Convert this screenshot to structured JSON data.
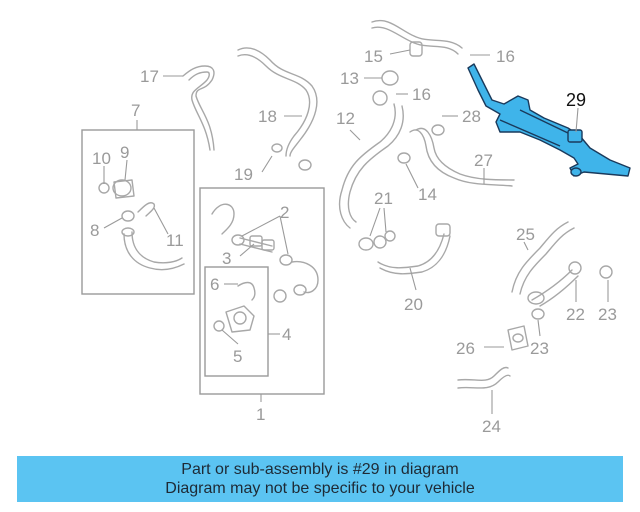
{
  "diagram": {
    "labels": {
      "l1": "1",
      "l2": "2",
      "l3": "3",
      "l4": "4",
      "l5": "5",
      "l6": "6",
      "l7": "7",
      "l8": "8",
      "l9": "9",
      "l10": "10",
      "l11": "11",
      "l12": "12",
      "l13": "13",
      "l14": "14",
      "l15": "15",
      "l16a": "16",
      "l16b": "16",
      "l17": "17",
      "l18": "18",
      "l19": "19",
      "l20": "20",
      "l21": "21",
      "l22": "22",
      "l23a": "23",
      "l23b": "23",
      "l24": "24",
      "l25": "25",
      "l26": "26",
      "l27": "27",
      "l28": "28",
      "l29": "29"
    },
    "highlighted_part": "29",
    "colors": {
      "highlight_fill": "#3fb4ea",
      "line_gray": "#a8a8a8",
      "banner_bg": "#5bc4f2"
    }
  },
  "banner": {
    "line1": "Part or sub-assembly is #29 in diagram",
    "line2": "Diagram may not be specific to your vehicle"
  }
}
